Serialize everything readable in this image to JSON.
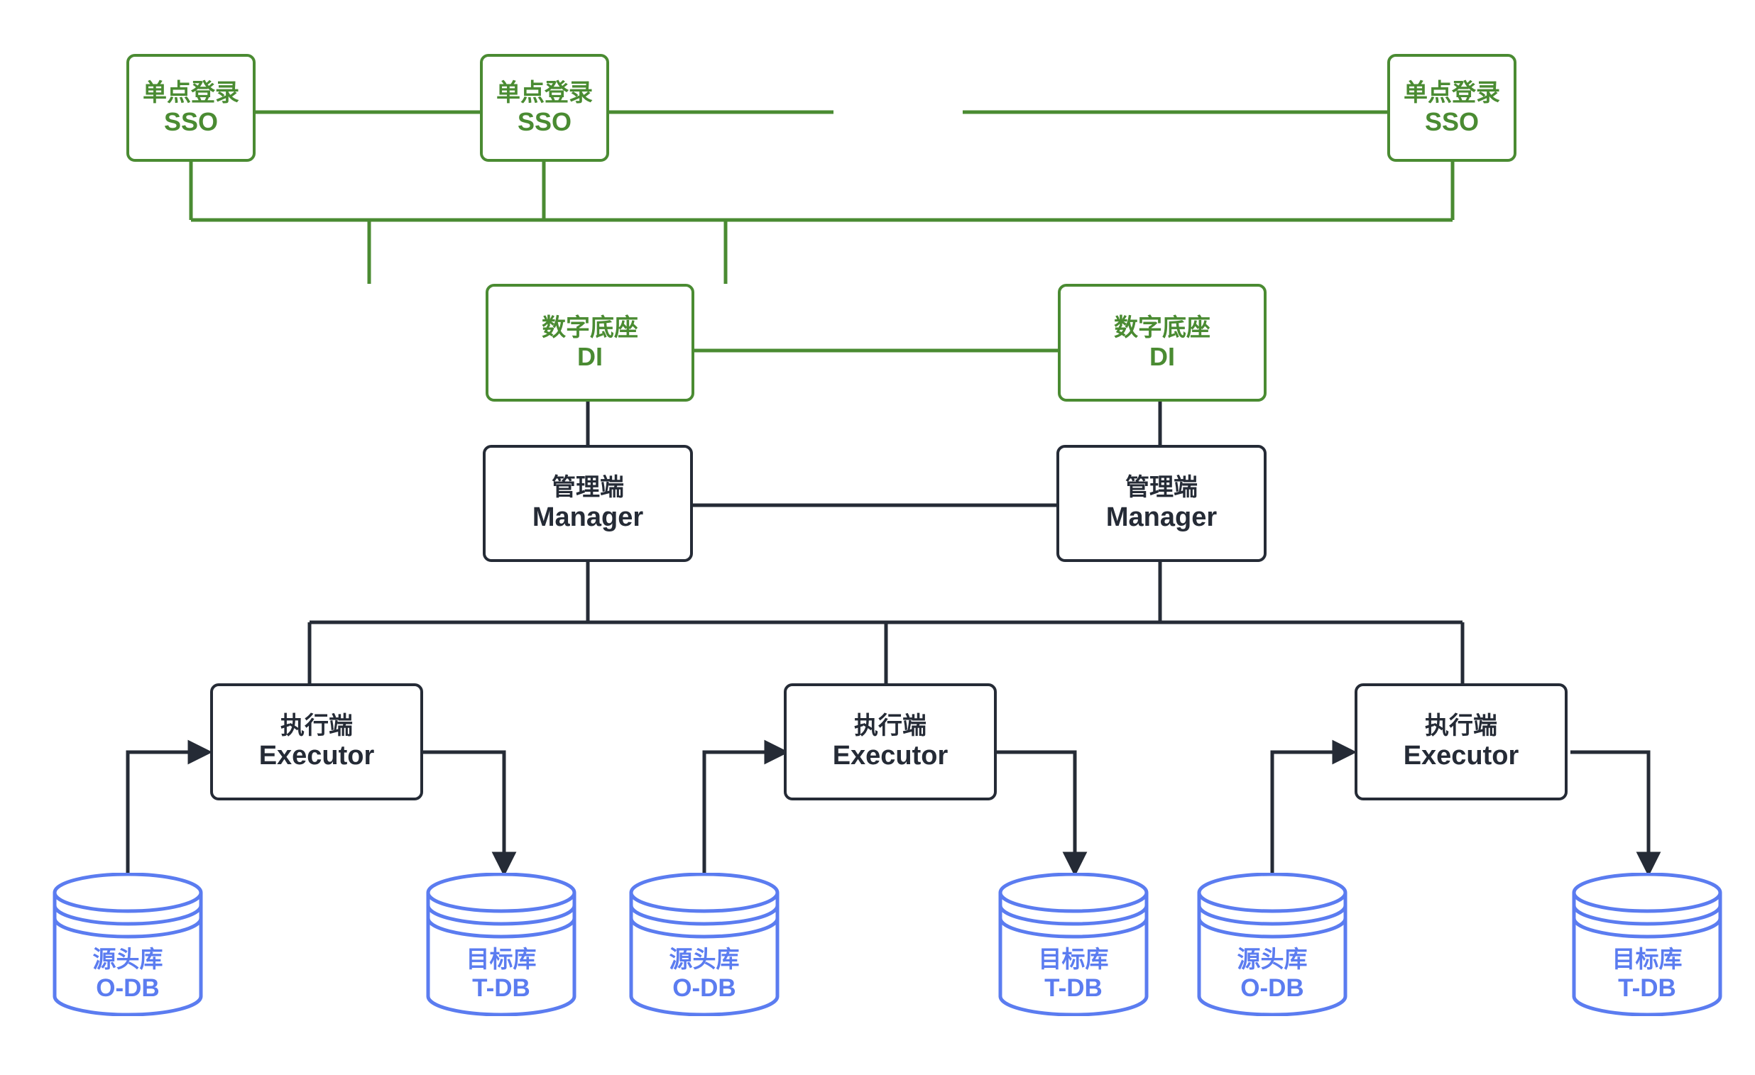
{
  "diagram": {
    "type": "architecture-topology",
    "background": "#ffffff",
    "colors": {
      "green": "#4a8b32",
      "dark": "#252b36",
      "blue": "#5b7cf0"
    },
    "layers": [
      {
        "name": "sso",
        "label_cn": "单点登录",
        "label_en": "SSO",
        "count": 3,
        "color": "#4a8b32"
      },
      {
        "name": "di",
        "label_cn": "数字底座",
        "label_en": "DI",
        "count": 2,
        "color": "#4a8b32"
      },
      {
        "name": "manager",
        "label_cn": "管理端",
        "label_en": "Manager",
        "count": 2,
        "color": "#252b36"
      },
      {
        "name": "executor",
        "label_cn": "执行端",
        "label_en": "Executor",
        "count": 3,
        "color": "#252b36"
      }
    ],
    "nodes": {
      "sso": [
        {
          "id": "sso-1",
          "cn": "单点登录",
          "en": "SSO"
        },
        {
          "id": "sso-2",
          "cn": "单点登录",
          "en": "SSO"
        },
        {
          "id": "sso-3",
          "cn": "单点登录",
          "en": "SSO"
        }
      ],
      "di": [
        {
          "id": "di-1",
          "cn": "数字底座",
          "en": "DI"
        },
        {
          "id": "di-2",
          "cn": "数字底座",
          "en": "DI"
        }
      ],
      "manager": [
        {
          "id": "manager-1",
          "cn": "管理端",
          "en": "Manager"
        },
        {
          "id": "manager-2",
          "cn": "管理端",
          "en": "Manager"
        }
      ],
      "executor": [
        {
          "id": "executor-1",
          "cn": "执行端",
          "en": "Executor"
        },
        {
          "id": "executor-2",
          "cn": "执行端",
          "en": "Executor"
        },
        {
          "id": "executor-3",
          "cn": "执行端",
          "en": "Executor"
        }
      ],
      "databases": [
        {
          "id": "source-db-1",
          "cn": "源头库",
          "en": "O-DB",
          "role": "source"
        },
        {
          "id": "target-db-1",
          "cn": "目标库",
          "en": "T-DB",
          "role": "target"
        },
        {
          "id": "source-db-2",
          "cn": "源头库",
          "en": "O-DB",
          "role": "source"
        },
        {
          "id": "target-db-2",
          "cn": "目标库",
          "en": "T-DB",
          "role": "target"
        },
        {
          "id": "source-db-3",
          "cn": "源头库",
          "en": "O-DB",
          "role": "source"
        },
        {
          "id": "target-db-3",
          "cn": "目标库",
          "en": "T-DB",
          "role": "target"
        }
      ]
    }
  }
}
